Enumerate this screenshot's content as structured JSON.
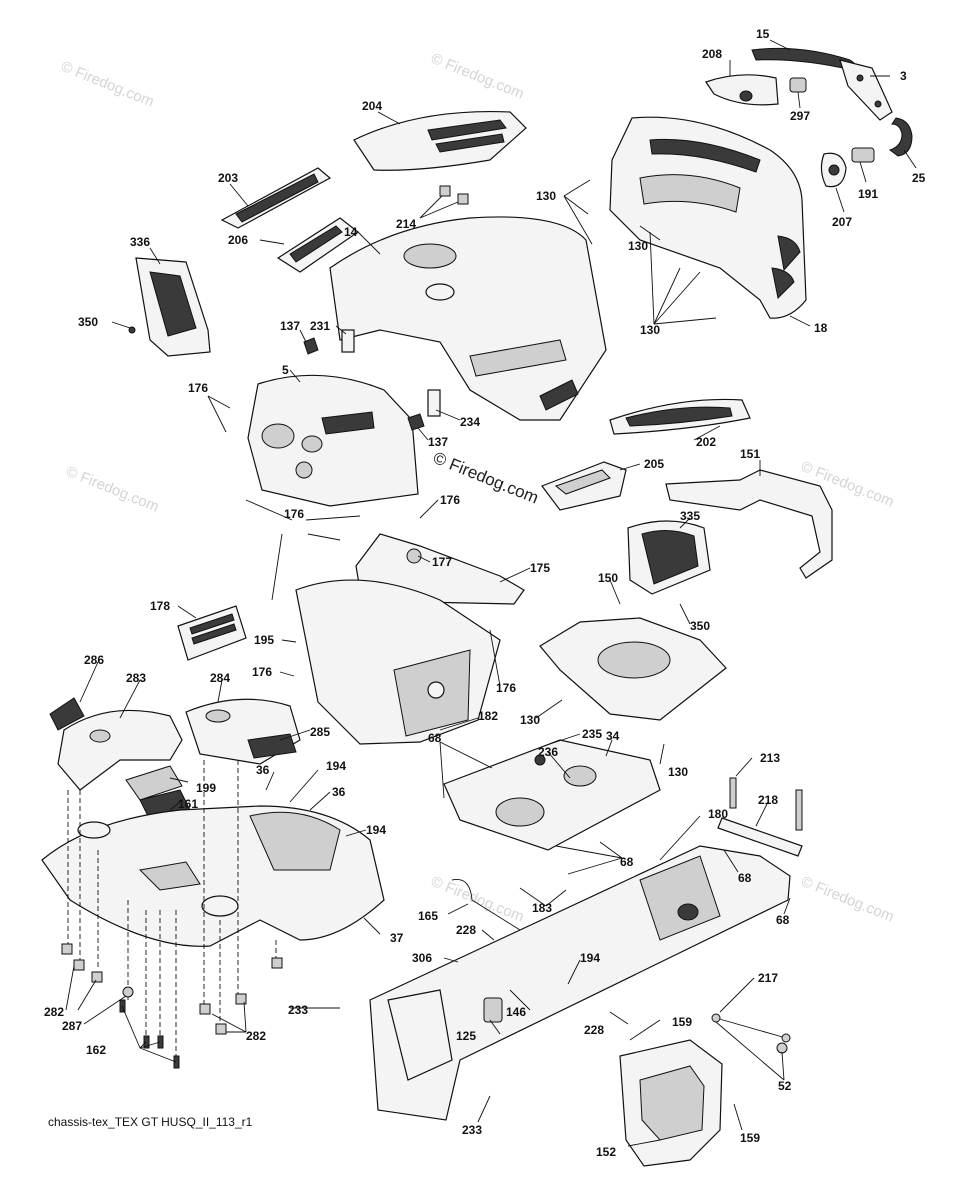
{
  "diagram": {
    "watermark_center": "© Firedog.com",
    "watermark_faint": "© Firedog.com",
    "caption": "chassis-tex_TEX GT HUSQ_II_113_r1"
  },
  "callouts": [
    {
      "id": "c15",
      "label": "15"
    },
    {
      "id": "c208",
      "label": "208"
    },
    {
      "id": "c3",
      "label": "3"
    },
    {
      "id": "c297",
      "label": "297"
    },
    {
      "id": "c25",
      "label": "25"
    },
    {
      "id": "c204",
      "label": "204"
    },
    {
      "id": "c203",
      "label": "203"
    },
    {
      "id": "c130a",
      "label": "130"
    },
    {
      "id": "c130b",
      "label": "130"
    },
    {
      "id": "c130c",
      "label": "130"
    },
    {
      "id": "c191",
      "label": "191"
    },
    {
      "id": "c207",
      "label": "207"
    },
    {
      "id": "c214",
      "label": "214"
    },
    {
      "id": "c14",
      "label": "14"
    },
    {
      "id": "c336",
      "label": "336"
    },
    {
      "id": "c206",
      "label": "206"
    },
    {
      "id": "c350a",
      "label": "350"
    },
    {
      "id": "c137a",
      "label": "137"
    },
    {
      "id": "c231",
      "label": "231"
    },
    {
      "id": "c18",
      "label": "18"
    },
    {
      "id": "c5",
      "label": "5"
    },
    {
      "id": "c176a",
      "label": "176"
    },
    {
      "id": "c234",
      "label": "234"
    },
    {
      "id": "c137b",
      "label": "137"
    },
    {
      "id": "c202",
      "label": "202"
    },
    {
      "id": "c205",
      "label": "205"
    },
    {
      "id": "c151",
      "label": "151"
    },
    {
      "id": "c176b",
      "label": "176"
    },
    {
      "id": "c176c",
      "label": "176"
    },
    {
      "id": "c335",
      "label": "335"
    },
    {
      "id": "c177",
      "label": "177"
    },
    {
      "id": "c175",
      "label": "175"
    },
    {
      "id": "c178",
      "label": "178"
    },
    {
      "id": "c150",
      "label": "150"
    },
    {
      "id": "c350b",
      "label": "350"
    },
    {
      "id": "c195",
      "label": "195"
    },
    {
      "id": "c286",
      "label": "286"
    },
    {
      "id": "c176d",
      "label": "176"
    },
    {
      "id": "c176e",
      "label": "176"
    },
    {
      "id": "c283",
      "label": "283"
    },
    {
      "id": "c284",
      "label": "284"
    },
    {
      "id": "c182",
      "label": "182"
    },
    {
      "id": "c130d",
      "label": "130"
    },
    {
      "id": "c285",
      "label": "285"
    },
    {
      "id": "c68a",
      "label": "68"
    },
    {
      "id": "c235",
      "label": "235"
    },
    {
      "id": "c34",
      "label": "34"
    },
    {
      "id": "c236",
      "label": "236"
    },
    {
      "id": "c130e",
      "label": "130"
    },
    {
      "id": "c213",
      "label": "213"
    },
    {
      "id": "c36a",
      "label": "36"
    },
    {
      "id": "c194a",
      "label": "194"
    },
    {
      "id": "c199",
      "label": "199"
    },
    {
      "id": "c36b",
      "label": "36"
    },
    {
      "id": "c218",
      "label": "218"
    },
    {
      "id": "c161",
      "label": "161"
    },
    {
      "id": "c194b",
      "label": "194"
    },
    {
      "id": "c180",
      "label": "180"
    },
    {
      "id": "c68b",
      "label": "68"
    },
    {
      "id": "c68c",
      "label": "68"
    },
    {
      "id": "c183",
      "label": "183"
    },
    {
      "id": "c68d",
      "label": "68"
    },
    {
      "id": "c165",
      "label": "165"
    },
    {
      "id": "c228a",
      "label": "228"
    },
    {
      "id": "c37",
      "label": "37"
    },
    {
      "id": "c306",
      "label": "306"
    },
    {
      "id": "c194c",
      "label": "194"
    },
    {
      "id": "c217",
      "label": "217"
    },
    {
      "id": "c282a",
      "label": "282"
    },
    {
      "id": "c287",
      "label": "287"
    },
    {
      "id": "c233a",
      "label": "233"
    },
    {
      "id": "c146",
      "label": "146"
    },
    {
      "id": "c228b",
      "label": "228"
    },
    {
      "id": "c159a",
      "label": "159"
    },
    {
      "id": "c282b",
      "label": "282"
    },
    {
      "id": "c125",
      "label": "125"
    },
    {
      "id": "c162",
      "label": "162"
    },
    {
      "id": "c52",
      "label": "52"
    },
    {
      "id": "c233b",
      "label": "233"
    },
    {
      "id": "c159b",
      "label": "159"
    },
    {
      "id": "c152",
      "label": "152"
    }
  ]
}
